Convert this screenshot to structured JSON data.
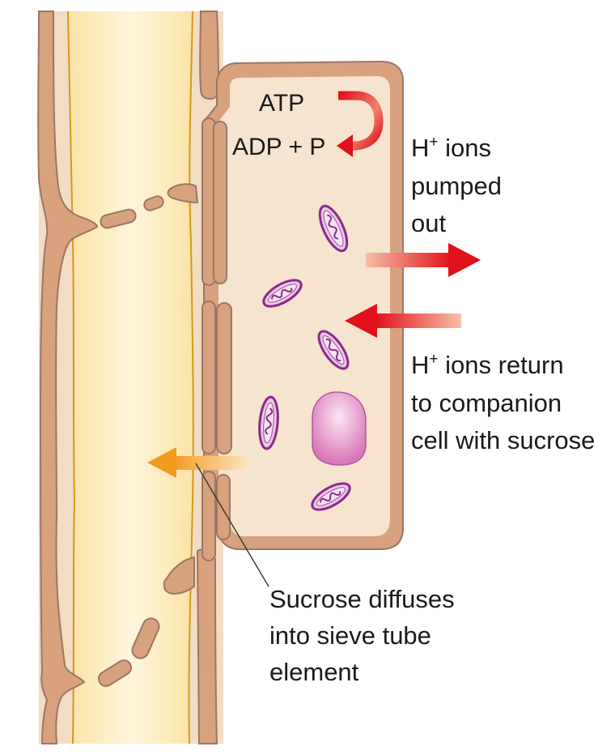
{
  "title": "Active loading of sucrose into phloem sieve tube element",
  "structures": {
    "sieve_tube": "sieve-tube-element",
    "companion_cell": "companion-cell",
    "organelles": [
      "mitochondrion",
      "mitochondrion",
      "mitochondrion",
      "mitochondrion",
      "mitochondrion",
      "nucleus"
    ]
  },
  "labels": {
    "atp": "ATP",
    "adp_p": "ADP + P",
    "pumped_out": {
      "line1_prefix": "H",
      "line1_sup": "+",
      "line1_suffix": " ions",
      "line2": "pumped",
      "line3": "out"
    },
    "return": {
      "line1_prefix": "H",
      "line1_sup": "+",
      "line1_suffix": " ions return",
      "line2": "to companion",
      "line3": "cell with sucrose"
    },
    "diffuses": {
      "line1": "Sucrose diffuses",
      "line2": "into sieve tube",
      "line3": "element"
    }
  },
  "colors": {
    "cell_wall": "#d7a27d",
    "wall_outline": "#9b7766",
    "cytoplasm": "#f6e4cf",
    "sieve_lumen": "#fdf0cc",
    "sieve_membrane": "#d49a1a",
    "mitochondrion": "#8b2a8a",
    "nucleus": "#d875b8",
    "h_arrow": "#e0151f",
    "sucrose_arrow": "#f39a1f"
  }
}
